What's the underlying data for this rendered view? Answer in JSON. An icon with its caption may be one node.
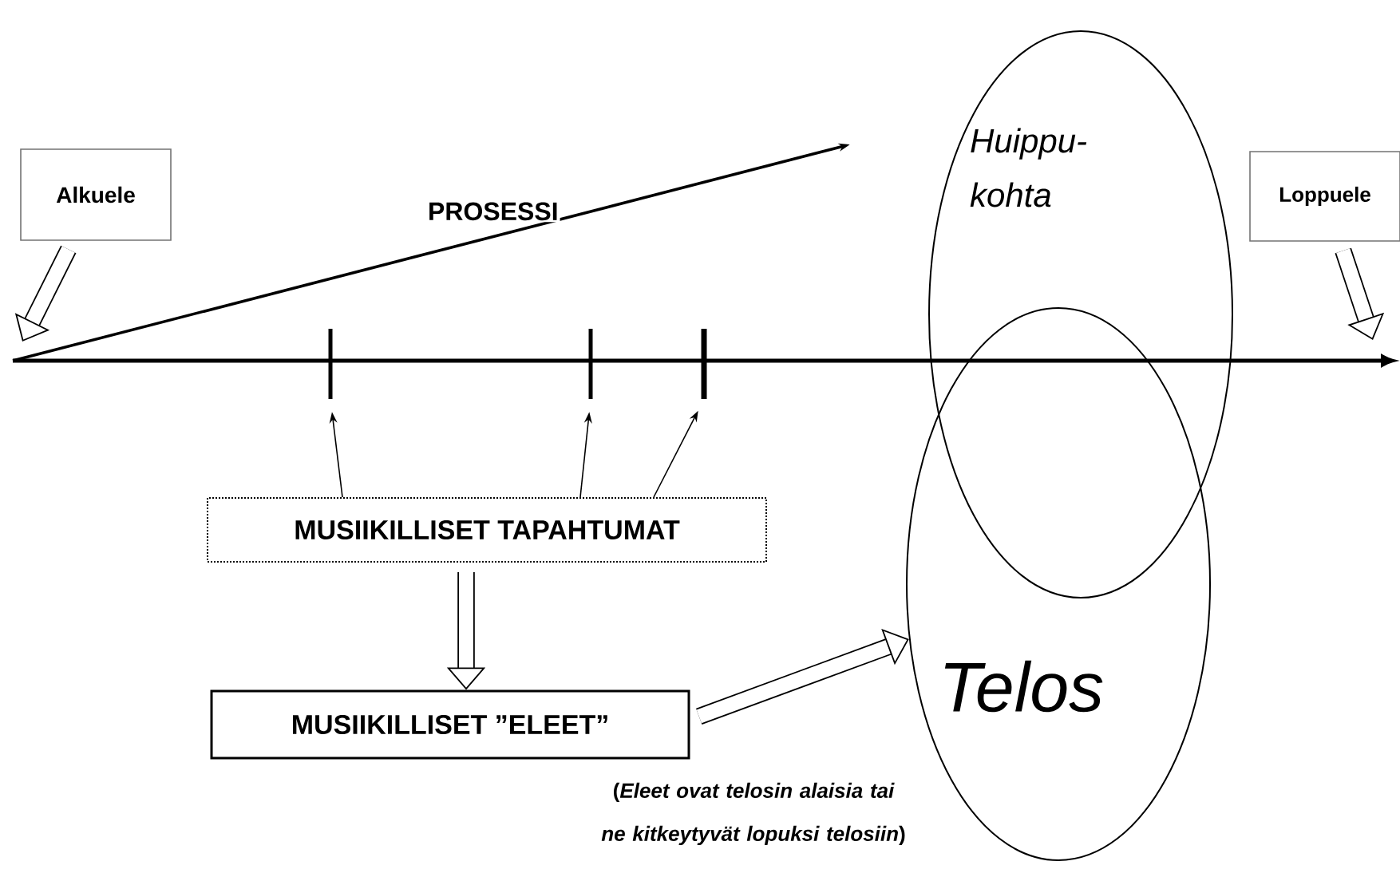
{
  "diagram": {
    "nodes": [
      {
        "text": [
          "Alkuele"
        ]
      },
      {
        "text": [
          "Loppuele"
        ]
      },
      {
        "text": [
          "Huippu- kohta"
        ]
      },
      {
        "text": [
          "Telos"
        ]
      },
      {
        "text": [
          "MUSIIKILLISET TAPAHTUMAT"
        ]
      },
      {
        "text": [
          "MUSIIKILLISET ”ELEET”"
        ]
      },
      {
        "text": [],
        "shape": "bar"
      },
      {
        "text": [],
        "shape": "bar"
      },
      {
        "text": [],
        "shape": "bar"
      }
    ],
    "edges": [
      {
        "from": 0,
        "to": null,
        "arrow": "to",
        "style": "thick"
      },
      {
        "from": 1,
        "to": null,
        "arrow": "to",
        "style": "thick"
      },
      {
        "from": null,
        "to": 2,
        "arrow": "to",
        "label": "PROSESSI"
      },
      {
        "from": 4,
        "to": 6,
        "arrow": "to"
      },
      {
        "from": 4,
        "to": 7,
        "arrow": "to"
      },
      {
        "from": 4,
        "to": 8,
        "arrow": "to"
      },
      {
        "from": 4,
        "to": 5,
        "arrow": "to",
        "style": "thick"
      },
      {
        "from": 5,
        "to": 3,
        "arrow": "to",
        "style": "thick"
      }
    ],
    "labels": [
      "(*Eleet ovat telosin alaisia tai ne kitkeytyvät lopuksi telosiin*)"
    ]
  }
}
